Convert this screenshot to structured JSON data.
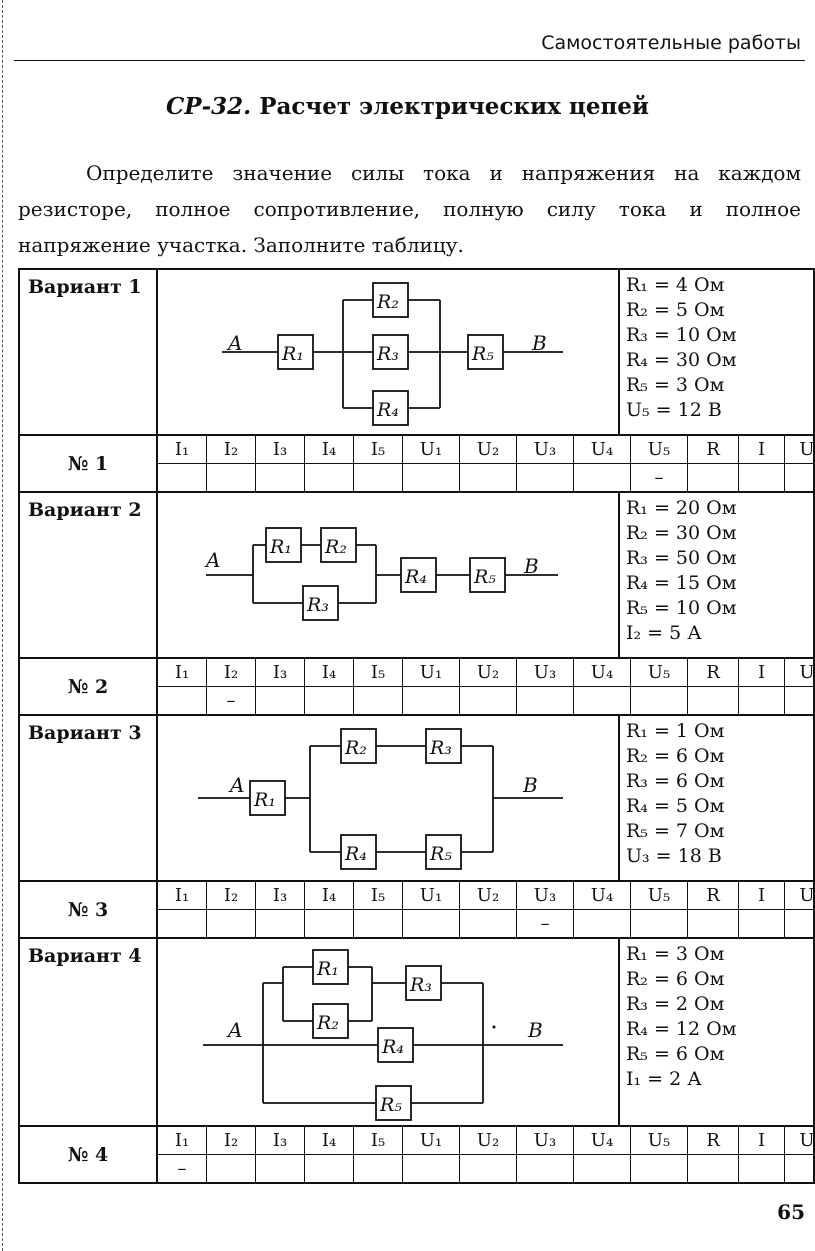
{
  "header": {
    "running_title": "Самостоятельные работы"
  },
  "title": {
    "code": "СР-32.",
    "text": "Расчет электрических цепей"
  },
  "intro": "Определите значение силы тока и напряжения на каждом резисторе, полное сопротивление, полную силу тока и полное напряжение участка. Заполните таблицу.",
  "columns": [
    "I₁",
    "I₂",
    "I₃",
    "I₄",
    "I₅",
    "U₁",
    "U₂",
    "U₃",
    "U₄",
    "U₅",
    "R",
    "I",
    "U"
  ],
  "nodes": {
    "a": "A",
    "b": "B"
  },
  "resistor_labels": [
    "R₁",
    "R₂",
    "R₃",
    "R₄",
    "R₅"
  ],
  "variants": [
    {
      "label": "Вариант 1",
      "number": "№ 1",
      "params": [
        "R₁ = 4 Ом",
        "R₂ = 5 Ом",
        "R₃ = 10 Ом",
        "R₄ = 30 Ом",
        "R₅ = 3 Ом",
        "U₅ = 12 В"
      ],
      "given": [
        "",
        "",
        "",
        "",
        "",
        "",
        "",
        "",
        "",
        "–",
        "",
        "",
        ""
      ]
    },
    {
      "label": "Вариант 2",
      "number": "№ 2",
      "params": [
        "R₁ = 20 Ом",
        "R₂ = 30 Ом",
        "R₃ = 50 Ом",
        "R₄ = 15 Ом",
        "R₅ = 10 Ом",
        "I₂ = 5 А"
      ],
      "given": [
        "",
        "–",
        "",
        "",
        "",
        "",
        "",
        "",
        "",
        "",
        "",
        "",
        ""
      ]
    },
    {
      "label": "Вариант 3",
      "number": "№ 3",
      "params": [
        "R₁ = 1 Ом",
        "R₂ = 6 Ом",
        "R₃ = 6 Ом",
        "R₄ = 5 Ом",
        "R₅ = 7 Ом",
        "U₃ = 18 В"
      ],
      "given": [
        "",
        "",
        "",
        "",
        "",
        "",
        "",
        "–",
        "",
        "",
        "",
        "",
        ""
      ]
    },
    {
      "label": "Вариант 4",
      "number": "№ 4",
      "params": [
        "R₁ = 3 Ом",
        "R₂ = 6 Ом",
        "R₃ = 2 Ом",
        "R₄ = 12 Ом",
        "R₅ = 6 Ом",
        "I₁ = 2 А"
      ],
      "given": [
        "–",
        "",
        "",
        "",
        "",
        "",
        "",
        "",
        "",
        "",
        "",
        "",
        ""
      ]
    }
  ],
  "page_number": "65"
}
